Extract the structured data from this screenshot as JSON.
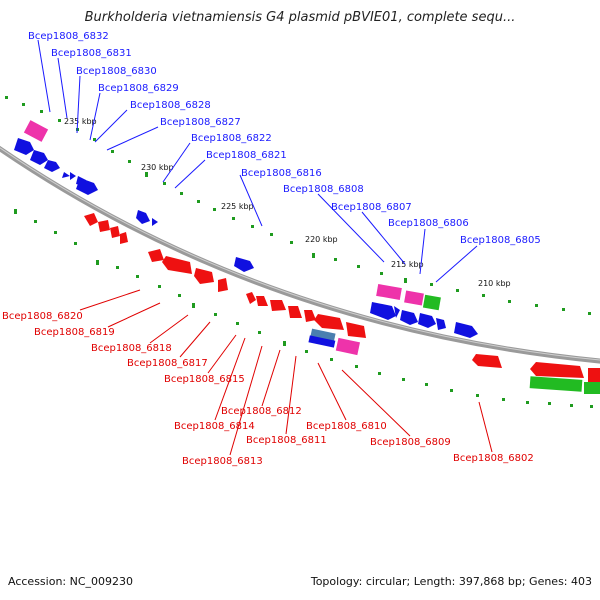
{
  "title": "Burkholderia vietnamiensis G4 plasmid pBVIE01, complete sequ...",
  "footer": {
    "accession": "Accession: NC_009230",
    "topology": "Topology: circular; Length: 397,868 bp; Genes: 403"
  },
  "colors": {
    "backbone": "#8c8c8c",
    "cds": "#1010e0",
    "cds_red": "#ee1111",
    "rna": "#ee33aa",
    "other": "#22bb22",
    "misc": "#4a7fb0",
    "dots": "#1f9b1f",
    "label_blue": "#1a1aff",
    "label_red": "#e00000"
  },
  "ticks": [
    "235 kbp",
    "230 kbp",
    "225 kbp",
    "220 kbp",
    "215 kbp",
    "210 kbp"
  ],
  "labels_top": [
    "Bcep1808_6832",
    "Bcep1808_6831",
    "Bcep1808_6830",
    "Bcep1808_6829",
    "Bcep1808_6828",
    "Bcep1808_6827",
    "Bcep1808_6822",
    "Bcep1808_6821",
    "Bcep1808_6816",
    "Bcep1808_6808",
    "Bcep1808_6807",
    "Bcep1808_6806",
    "Bcep1808_6805"
  ],
  "labels_bottom": [
    "Bcep1808_6820",
    "Bcep1808_6819",
    "Bcep1808_6818",
    "Bcep1808_6817",
    "Bcep1808_6815",
    "Bcep1808_6814",
    "Bcep1808_6813",
    "Bcep1808_6812",
    "Bcep1808_6811",
    "Bcep1808_6810",
    "Bcep1808_6809",
    "Bcep1808_6802"
  ]
}
